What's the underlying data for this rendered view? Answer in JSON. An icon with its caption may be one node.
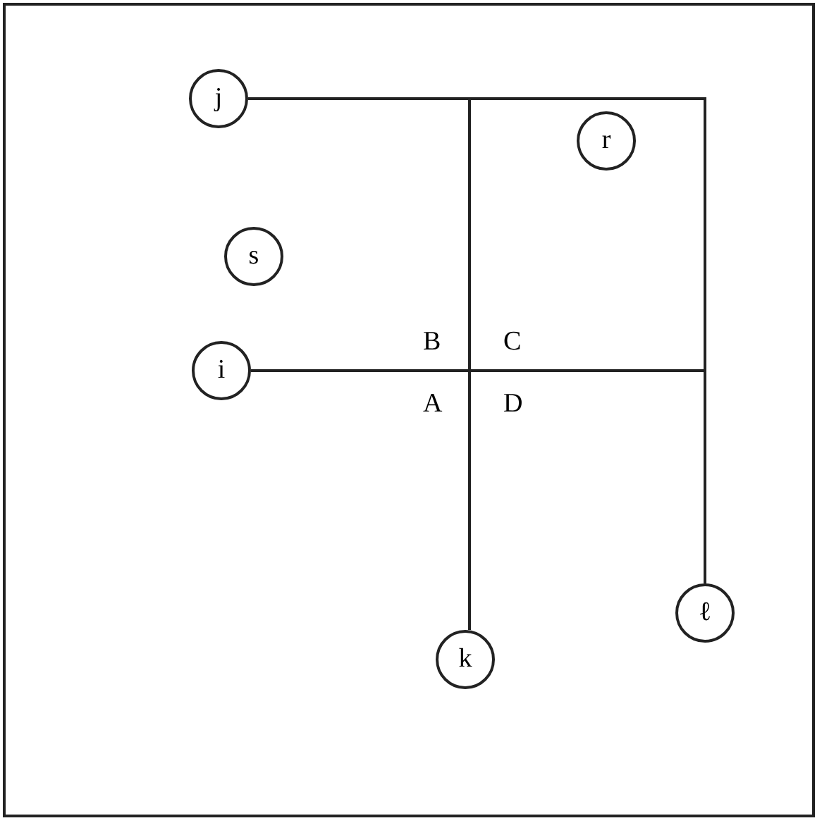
{
  "diagram": {
    "nodes": [
      {
        "text": [
          "j"
        ]
      },
      {
        "text": [
          "r"
        ]
      },
      {
        "text": [
          "s"
        ]
      },
      {
        "text": [
          "i"
        ]
      },
      {
        "text": [
          "ℓ"
        ]
      },
      {
        "text": [
          "k"
        ]
      }
    ],
    "edges": [
      {
        "from": 0,
        "to": 5,
        "arrow": "none"
      },
      {
        "from": 0,
        "to": 4,
        "arrow": "none"
      },
      {
        "from": 3,
        "to": 0,
        "arrow": "none"
      },
      {
        "from": 3,
        "to": 4,
        "arrow": "none"
      }
    ],
    "labels": [
      "B",
      "C",
      "A",
      "D"
    ]
  }
}
